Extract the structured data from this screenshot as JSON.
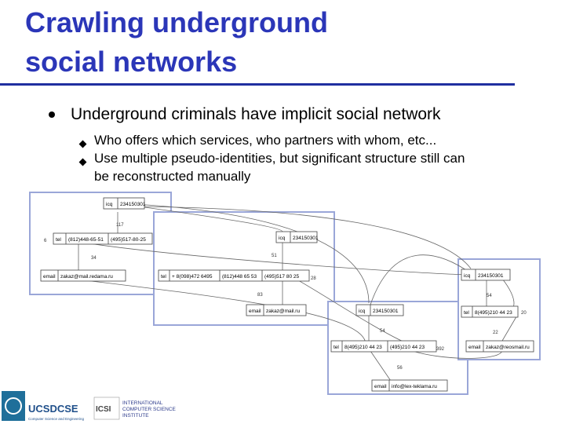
{
  "slide": {
    "title_line1": "Crawling underground",
    "title_line2": "social networks",
    "bullet": "Underground criminals have implicit social network",
    "sub_bullets": [
      "Who offers which services, who partners with whom, etc...",
      "Use multiple pseudo-identities, but significant structure still can",
      "be reconstructed manually"
    ]
  },
  "diagram": {
    "nodes": [
      {
        "icq": "icq",
        "icq_num": "234150301",
        "tel_label": "tel",
        "tel_values": [
          "(812)448-65-51",
          "(495)517-80-25"
        ],
        "email_label": "email",
        "email_value": "zakaz@mail.redama.ru"
      },
      {
        "icq": "icq",
        "icq_num": "234150301",
        "tel_label": "tel",
        "tel_values": [
          "+ 8(098)472 6495",
          "(812)448 65 53",
          "(495)517 80 25"
        ],
        "email_label": "email",
        "email_value": "zakaz@mail.ru"
      },
      {
        "icq": "icq",
        "icq_num": "234150301",
        "tel_label": "tel",
        "tel_values": [
          "8(495)210 44 23",
          "(495)210 44 23"
        ],
        "email_label": "email",
        "email_value": "info@lex-teklama.ru"
      },
      {
        "icq": "icq",
        "icq_num": "234150301",
        "tel_label": "tel",
        "tel_values": [
          "8(495)210 44 23"
        ],
        "email_label": "email",
        "email_value": "zakaz@reosmail.ru"
      }
    ],
    "edge_labels": [
      "117",
      "6",
      "34",
      "51",
      "28",
      "83",
      "54",
      "20",
      "22",
      "54",
      "56",
      "392"
    ]
  },
  "logos": {
    "ucsd": "UCSDCSE",
    "ucsd_sub": "Computer Science and Engineering",
    "icsi_mark": "ICSI",
    "icsi_line1": "INTERNATIONAL",
    "icsi_line2": "COMPUTER SCIENCE",
    "icsi_line3": "INSTITUTE"
  },
  "colors": {
    "title": "#2b36b8",
    "rule": "#1f2fa0",
    "box_border": "#9aa6d8"
  }
}
